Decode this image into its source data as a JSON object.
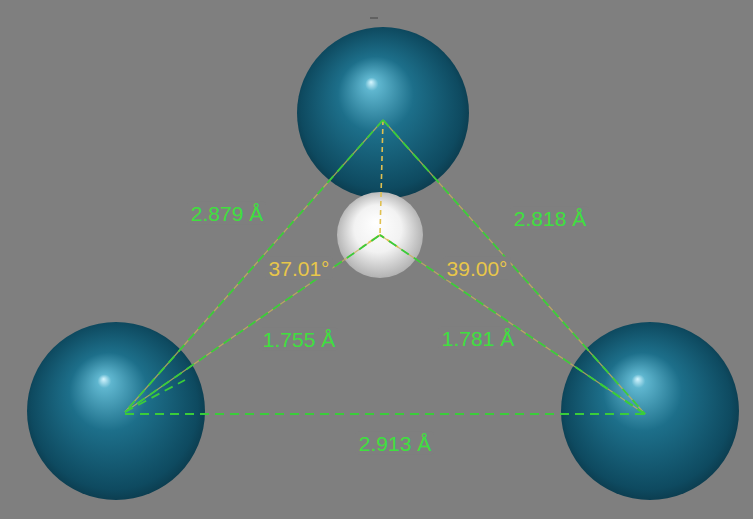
{
  "diagram": {
    "labels": [
      "2.879 Å",
      "2.818 Å",
      "37.01°",
      "39.00°",
      "1.755 Å",
      "1.781 Å",
      "2.913 Å"
    ]
  }
}
